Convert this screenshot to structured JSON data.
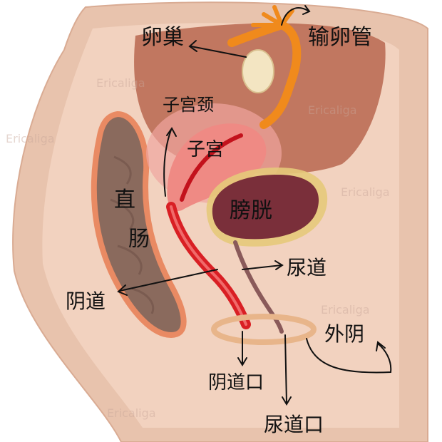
{
  "labels": {
    "ovary": "卵巢",
    "fallopian_tube": "输卵管",
    "cervix": "子宫颈",
    "uterus": "子宫",
    "rectum_line1": "直",
    "rectum_line2": "肠",
    "bladder": "膀胱",
    "urethra": "尿道",
    "vagina": "阴道",
    "vulva": "外阴",
    "vaginal_opening": "阴道口",
    "urethral_opening": "尿道口"
  },
  "watermark": "Ericaliga",
  "colors": {
    "skin_outer": "#e8c3ad",
    "skin_inner": "#f2d2bf",
    "peritoneum": "#b9674f",
    "rectum": "#8a6a5d",
    "uterus": "#ef8a84",
    "bladder": "#7a2f3a",
    "tube": "#f08a1c",
    "vagina": "#d91f24",
    "vulva": "#e8b58a"
  }
}
